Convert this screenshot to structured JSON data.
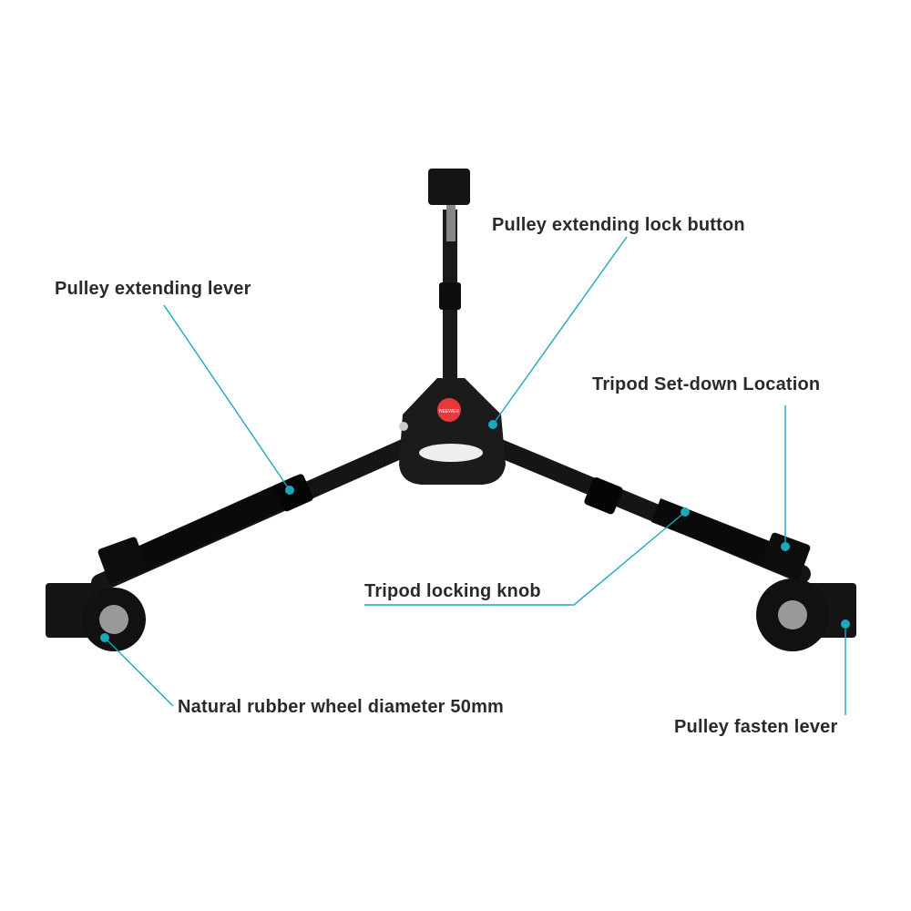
{
  "product": {
    "brand_logo": "NEEWER"
  },
  "colors": {
    "accent": "#1ba7bd",
    "body": "#111111",
    "logo_button": "#e8393a"
  },
  "callouts": [
    {
      "label": "Pulley extending lock button"
    },
    {
      "label": "Pulley extending lever"
    },
    {
      "label": "Tripod Set-down Location"
    },
    {
      "label": "Tripod locking knob"
    },
    {
      "label": "Natural rubber wheel diameter 50mm"
    },
    {
      "label": "Pulley fasten lever"
    }
  ]
}
